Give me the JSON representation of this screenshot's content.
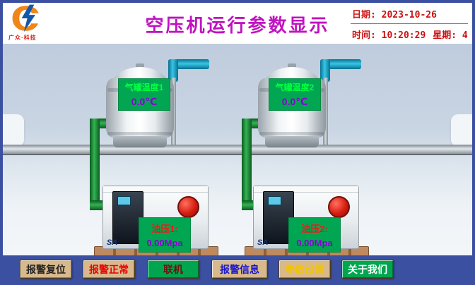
{
  "header": {
    "brand": "广众·科技",
    "title": "空压机运行参数显示",
    "date": "日期: 2023-10-26",
    "time": "时间: 10:20:29",
    "weekday": "星期: 4"
  },
  "scene": {
    "tanks": [
      {
        "name": "气罐温度1",
        "temperature": "0.0℃"
      },
      {
        "name": "气罐温度2",
        "temperature": "0.0℃"
      }
    ],
    "compressors": [
      {
        "oil_label": "油压1:",
        "oil_value": "0.00Mpa",
        "brand": "SA"
      },
      {
        "oil_label": "油压2:",
        "oil_value": "0.00Mpa",
        "brand": "SA"
      }
    ]
  },
  "toolbar": {
    "buttons": [
      {
        "label": "报警复位",
        "bg": "#d9b98c",
        "color": "#222222"
      },
      {
        "label": "报警正常",
        "bg": "#d9b98c",
        "color": "#e50000"
      },
      {
        "label": "联机",
        "bg": "#00a54f",
        "color": "#7a0c0c"
      },
      {
        "label": "报警信息",
        "bg": "#d9b98c",
        "color": "#1717cc"
      },
      {
        "label": "参数设置",
        "bg": "#d9b98c",
        "color": "#f2c500"
      },
      {
        "label": "关于我们",
        "bg": "#00a54f",
        "color": "#ffffff"
      }
    ]
  },
  "colors": {
    "frame": "#3c50a2",
    "title": "#c013c0",
    "datetime": "#cc1111",
    "display_bg": "#00a651",
    "tank_label_text": "#00ff41",
    "value_purple": "#8a00d4",
    "value_red": "#ff1212",
    "pipe_green": "#33b353",
    "pipe_teal": "#39c5e6"
  }
}
